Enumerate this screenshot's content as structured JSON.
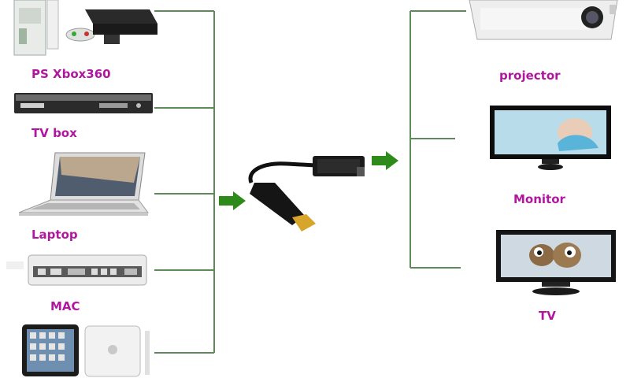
{
  "sources": [
    {
      "id": "console",
      "label": "PS Xbox360",
      "icon": "game-console-icon"
    },
    {
      "id": "tvbox",
      "label": "TV box",
      "icon": "set-top-box-icon"
    },
    {
      "id": "laptop",
      "label": "Laptop",
      "icon": "laptop-icon"
    },
    {
      "id": "mac",
      "label": "MAC",
      "icon": "mac-mini-icon"
    },
    {
      "id": "tablet",
      "label": "",
      "icon": "tablet-icon"
    }
  ],
  "targets": [
    {
      "id": "projector",
      "label": "projector",
      "icon": "projector-icon"
    },
    {
      "id": "monitor",
      "label": "Monitor",
      "icon": "monitor-icon"
    },
    {
      "id": "tv",
      "label": "TV",
      "icon": "tv-icon"
    }
  ],
  "center": {
    "icon": "hdmi-to-vga-adapter-icon"
  },
  "colors": {
    "label": "#b0179e",
    "line": "#5e8a5a",
    "arrow": "#2f8a1c",
    "background": "#ffffff"
  }
}
